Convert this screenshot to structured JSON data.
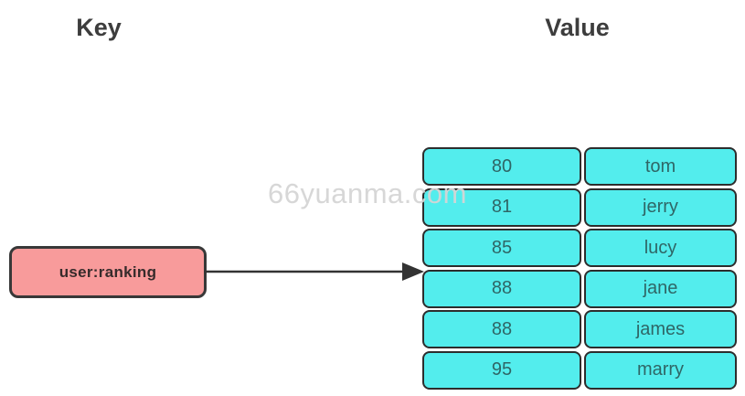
{
  "headers": {
    "key": "Key",
    "value": "Value"
  },
  "key_box": {
    "label": "user:ranking"
  },
  "watermark": {
    "text": "66yuanma.com"
  },
  "value_table": {
    "rows": [
      {
        "score": "80",
        "member": "tom"
      },
      {
        "score": "81",
        "member": "jerry"
      },
      {
        "score": "85",
        "member": "lucy"
      },
      {
        "score": "88",
        "member": "jane"
      },
      {
        "score": "88",
        "member": "james"
      },
      {
        "score": "95",
        "member": "marry"
      }
    ]
  },
  "colors": {
    "cell_fill": "#53eded",
    "cell_border": "#2d2d2d",
    "cell_text": "#2f6666",
    "key_fill": "#f89b9b",
    "key_border": "#383838",
    "key_text": "#362b2b",
    "header_text": "#3d3d3d",
    "arrow": "#333333",
    "watermark_text": "#d5d5d5",
    "background": "#ffffff"
  }
}
